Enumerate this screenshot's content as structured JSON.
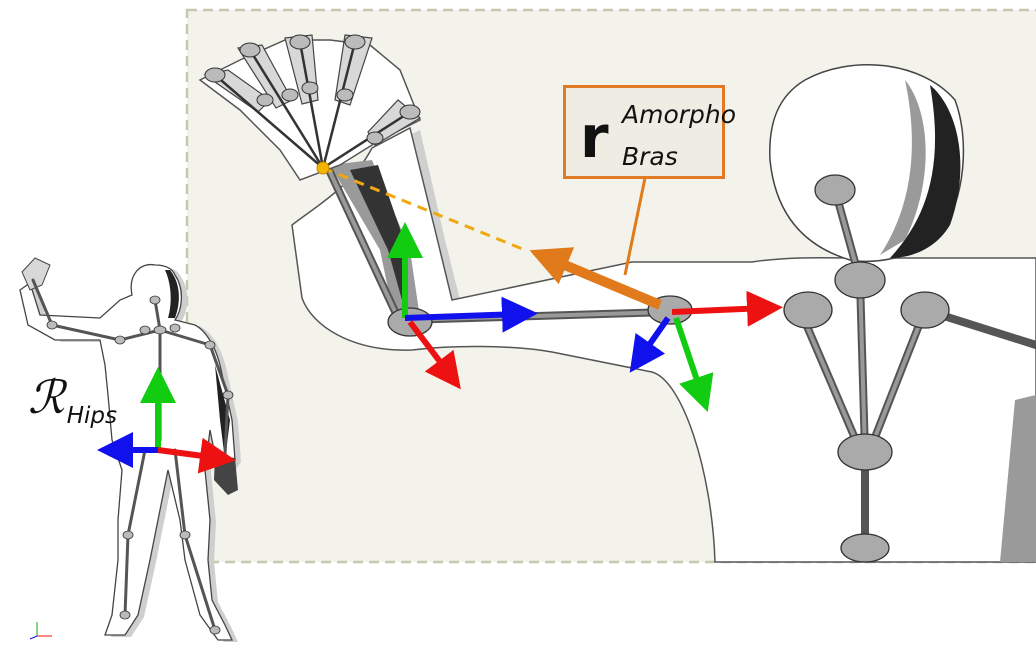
{
  "labels": {
    "vector_symbol": "r",
    "vector_superscript": "Amorpho",
    "vector_subscript": "Bras",
    "frame_symbol": "ℛ",
    "frame_subscript": "Hips"
  },
  "colors": {
    "axis_x": "#ee1111",
    "axis_y": "#11cc11",
    "axis_z": "#1111ee",
    "vector": "#e07a1a",
    "joint_point": "#f5b400",
    "inset_border": "#c8c8b0",
    "inset_background": "#f3f3ec"
  },
  "icons": [
    "coordinate-triad-icon"
  ]
}
